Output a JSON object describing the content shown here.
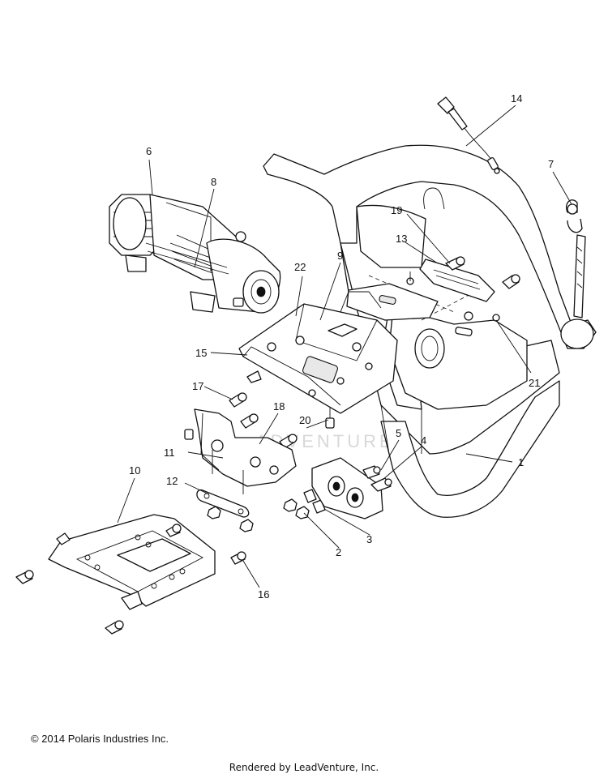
{
  "diagram": {
    "callouts": [
      {
        "id": "c1",
        "text": "1"
      },
      {
        "id": "c2",
        "text": "2"
      },
      {
        "id": "c3",
        "text": "3"
      },
      {
        "id": "c4",
        "text": "4"
      },
      {
        "id": "c5",
        "text": "5"
      },
      {
        "id": "c6",
        "text": "6"
      },
      {
        "id": "c7",
        "text": "7"
      },
      {
        "id": "c8",
        "text": "8"
      },
      {
        "id": "c9",
        "text": "9"
      },
      {
        "id": "c10",
        "text": "10"
      },
      {
        "id": "c11",
        "text": "11"
      },
      {
        "id": "c12",
        "text": "12"
      },
      {
        "id": "c13",
        "text": "13"
      },
      {
        "id": "c14",
        "text": "14"
      },
      {
        "id": "c15",
        "text": "15"
      },
      {
        "id": "c16",
        "text": "16"
      },
      {
        "id": "c17",
        "text": "17"
      },
      {
        "id": "c18",
        "text": "18"
      },
      {
        "id": "c19",
        "text": "19"
      },
      {
        "id": "c20",
        "text": "20"
      },
      {
        "id": "c21",
        "text": "21"
      },
      {
        "id": "c22",
        "text": "22"
      }
    ],
    "watermark": "ADVENTURE"
  },
  "footer": {
    "copyright": "© 2014 Polaris Industries Inc.",
    "rendered_by": "Rendered by LeadVenture, Inc."
  }
}
